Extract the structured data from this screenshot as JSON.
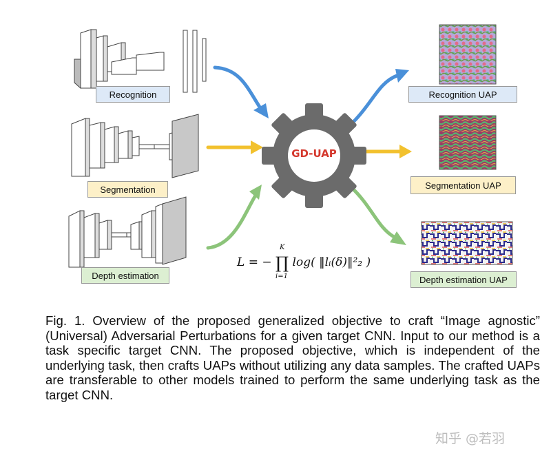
{
  "figure": {
    "tasks": [
      {
        "label": "Recognition",
        "fill": "#dde9f7",
        "arrow_color": "#4a90d9"
      },
      {
        "label": "Segmentation",
        "fill": "#fdf0c8",
        "arrow_color": "#f2c12e"
      },
      {
        "label": "Depth estimation",
        "fill": "#dcefd2",
        "arrow_color": "#8cc47a"
      }
    ],
    "outputs": [
      {
        "label": "Recognition UAP",
        "fill": "#dde9f7"
      },
      {
        "label": "Segmentation UAP",
        "fill": "#fdf0c8"
      },
      {
        "label": "Depth estimation UAP",
        "fill": "#dcefd2"
      }
    ],
    "gear": {
      "label": "GD-UAP",
      "color": "#6b6b6b",
      "text_color": "#d4382d"
    },
    "formula": {
      "lhs": "L = −",
      "product_symbol": "∏",
      "upper": "K",
      "lower": "i=1",
      "body": "log( ‖lᵢ(δ)‖²₂ )"
    }
  },
  "caption": "Fig. 1. Overview of the proposed generalized objective to craft “Image agnostic” (Universal) Adversarial Perturbations for a given target CNN. Input to our method is a task specific target CNN. The proposed objective, which is independent of the underlying task, then crafts UAPs without utilizing any data samples. The crafted UAPs are transferable to other models trained to perform the same underlying task as the target CNN.",
  "watermark": "知乎 @若羽"
}
